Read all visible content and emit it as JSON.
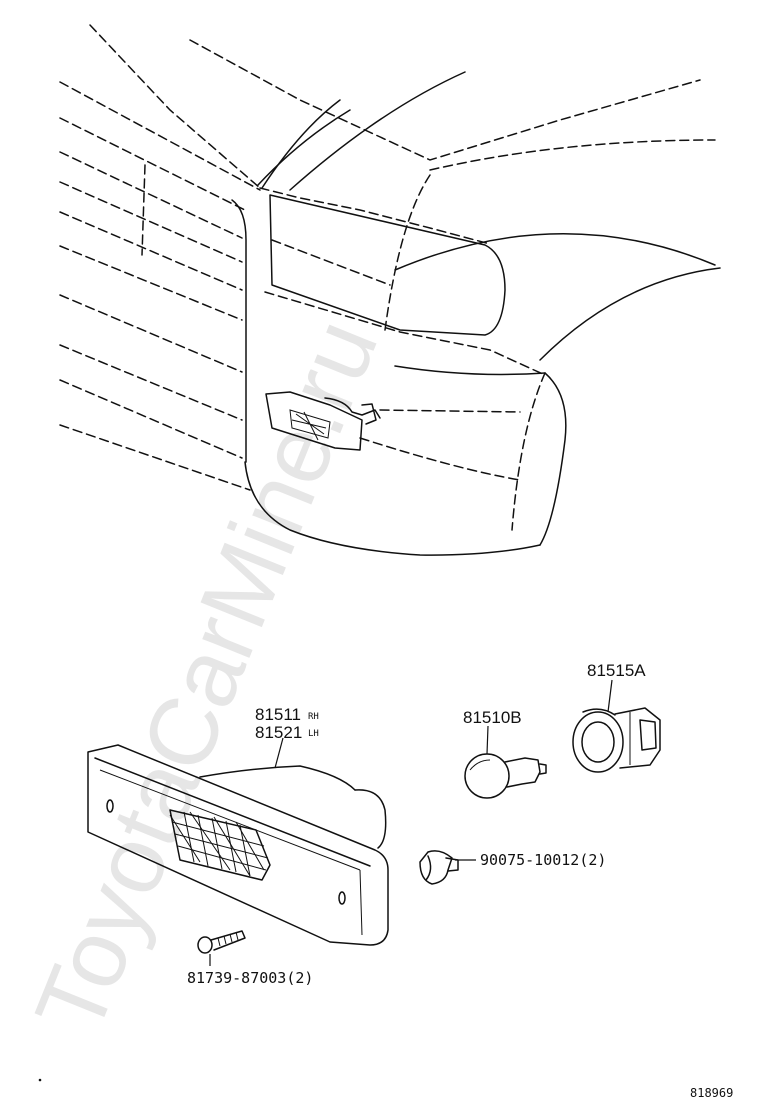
{
  "watermark": "ToyotaCarMine.ru",
  "parts": {
    "lamp_rh": {
      "number": "81511",
      "side": "RH"
    },
    "lamp_lh": {
      "number": "81521",
      "side": "LH"
    },
    "bulb": {
      "number": "81510B"
    },
    "socket": {
      "number": "81515A"
    },
    "clip": {
      "number": "90075-10012(2)"
    },
    "screw": {
      "number": "81739-87003(2)"
    }
  },
  "diagram_ref": "818969"
}
